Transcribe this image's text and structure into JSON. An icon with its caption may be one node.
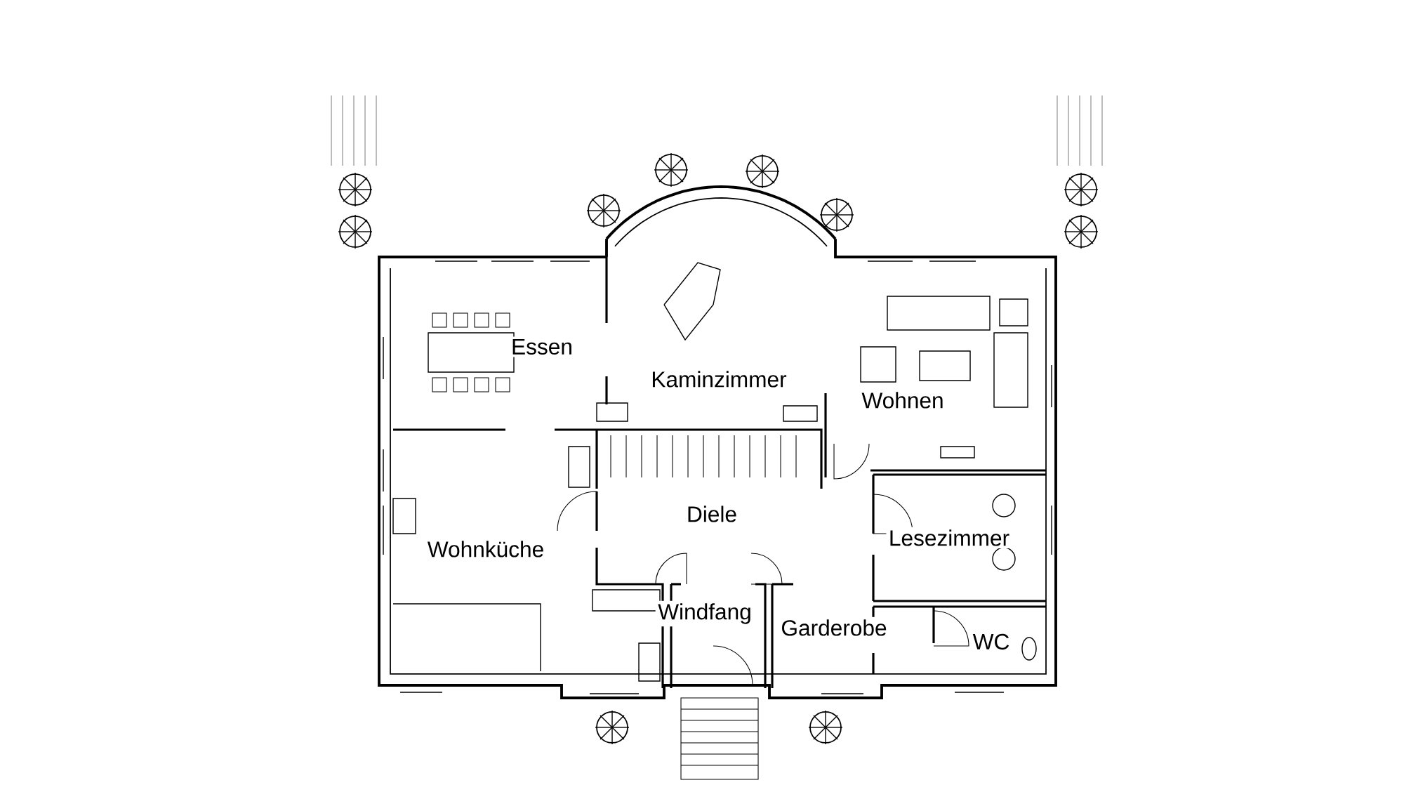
{
  "diagram": {
    "labels": [
      "Essen",
      "Kaminzimmer",
      "Wohnen",
      "Diele",
      "Lesezimmer",
      "Wohnküche",
      "Windfang",
      "Garderobe",
      "WC"
    ]
  }
}
